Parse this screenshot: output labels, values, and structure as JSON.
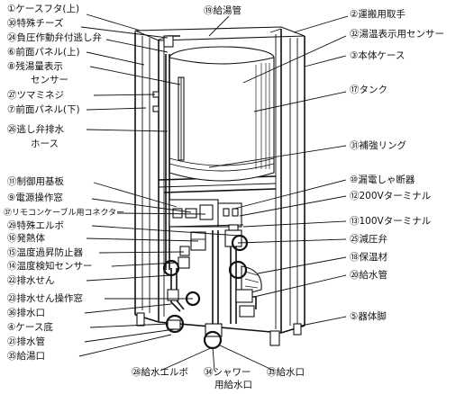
{
  "labels": {
    "l1": "①ケースフタ(上)",
    "l30": "㉚特殊チーズ",
    "l24": "㉔負圧作動弁付逃し弁",
    "l6": "⑥前面パネル(上)",
    "l8a": "⑧残湯量表示",
    "l8b": "センサー",
    "l27": "㉗ツマミネジ",
    "l7": "⑦前面パネル(下)",
    "l26a": "㉖逃し弁排水",
    "l26b": "ホース",
    "l19": "⑲給湯管",
    "l2": "②運搬用取手",
    "l32": "㉜湯温表示用センサー",
    "l3": "③本体ケース",
    "l17": "⑰タンク",
    "l31": "㉛補強リング",
    "l11": "⑪制御用基板",
    "l9": "⑨電源操作窓",
    "l37": "㊲リモコンケーブル用コネクター",
    "l29": "㉙特殊エルボ",
    "l16": "⑯発熱体",
    "l15": "⑮温度過昇防止器",
    "l14": "⑭温度検知センサー",
    "l22": "㉒排水せん",
    "l23": "㉓排水せん操作窓",
    "l36": "㊱排水口",
    "l4": "④ケース底",
    "l21": "㉑排水管",
    "l35": "㉟給湯口",
    "l10": "⑩漏電しゃ断器",
    "l12": "⑫200Vターミナル",
    "l13": "⑬100Vターミナル",
    "l25": "㉕減圧弁",
    "l18": "⑱保温材",
    "l20": "⑳給水管",
    "l5": "⑤器体脚",
    "l28": "㉘給水エルボ",
    "l34a": "㉞シャワー",
    "l34b": "用給水口",
    "l33": "㉝給水口"
  }
}
